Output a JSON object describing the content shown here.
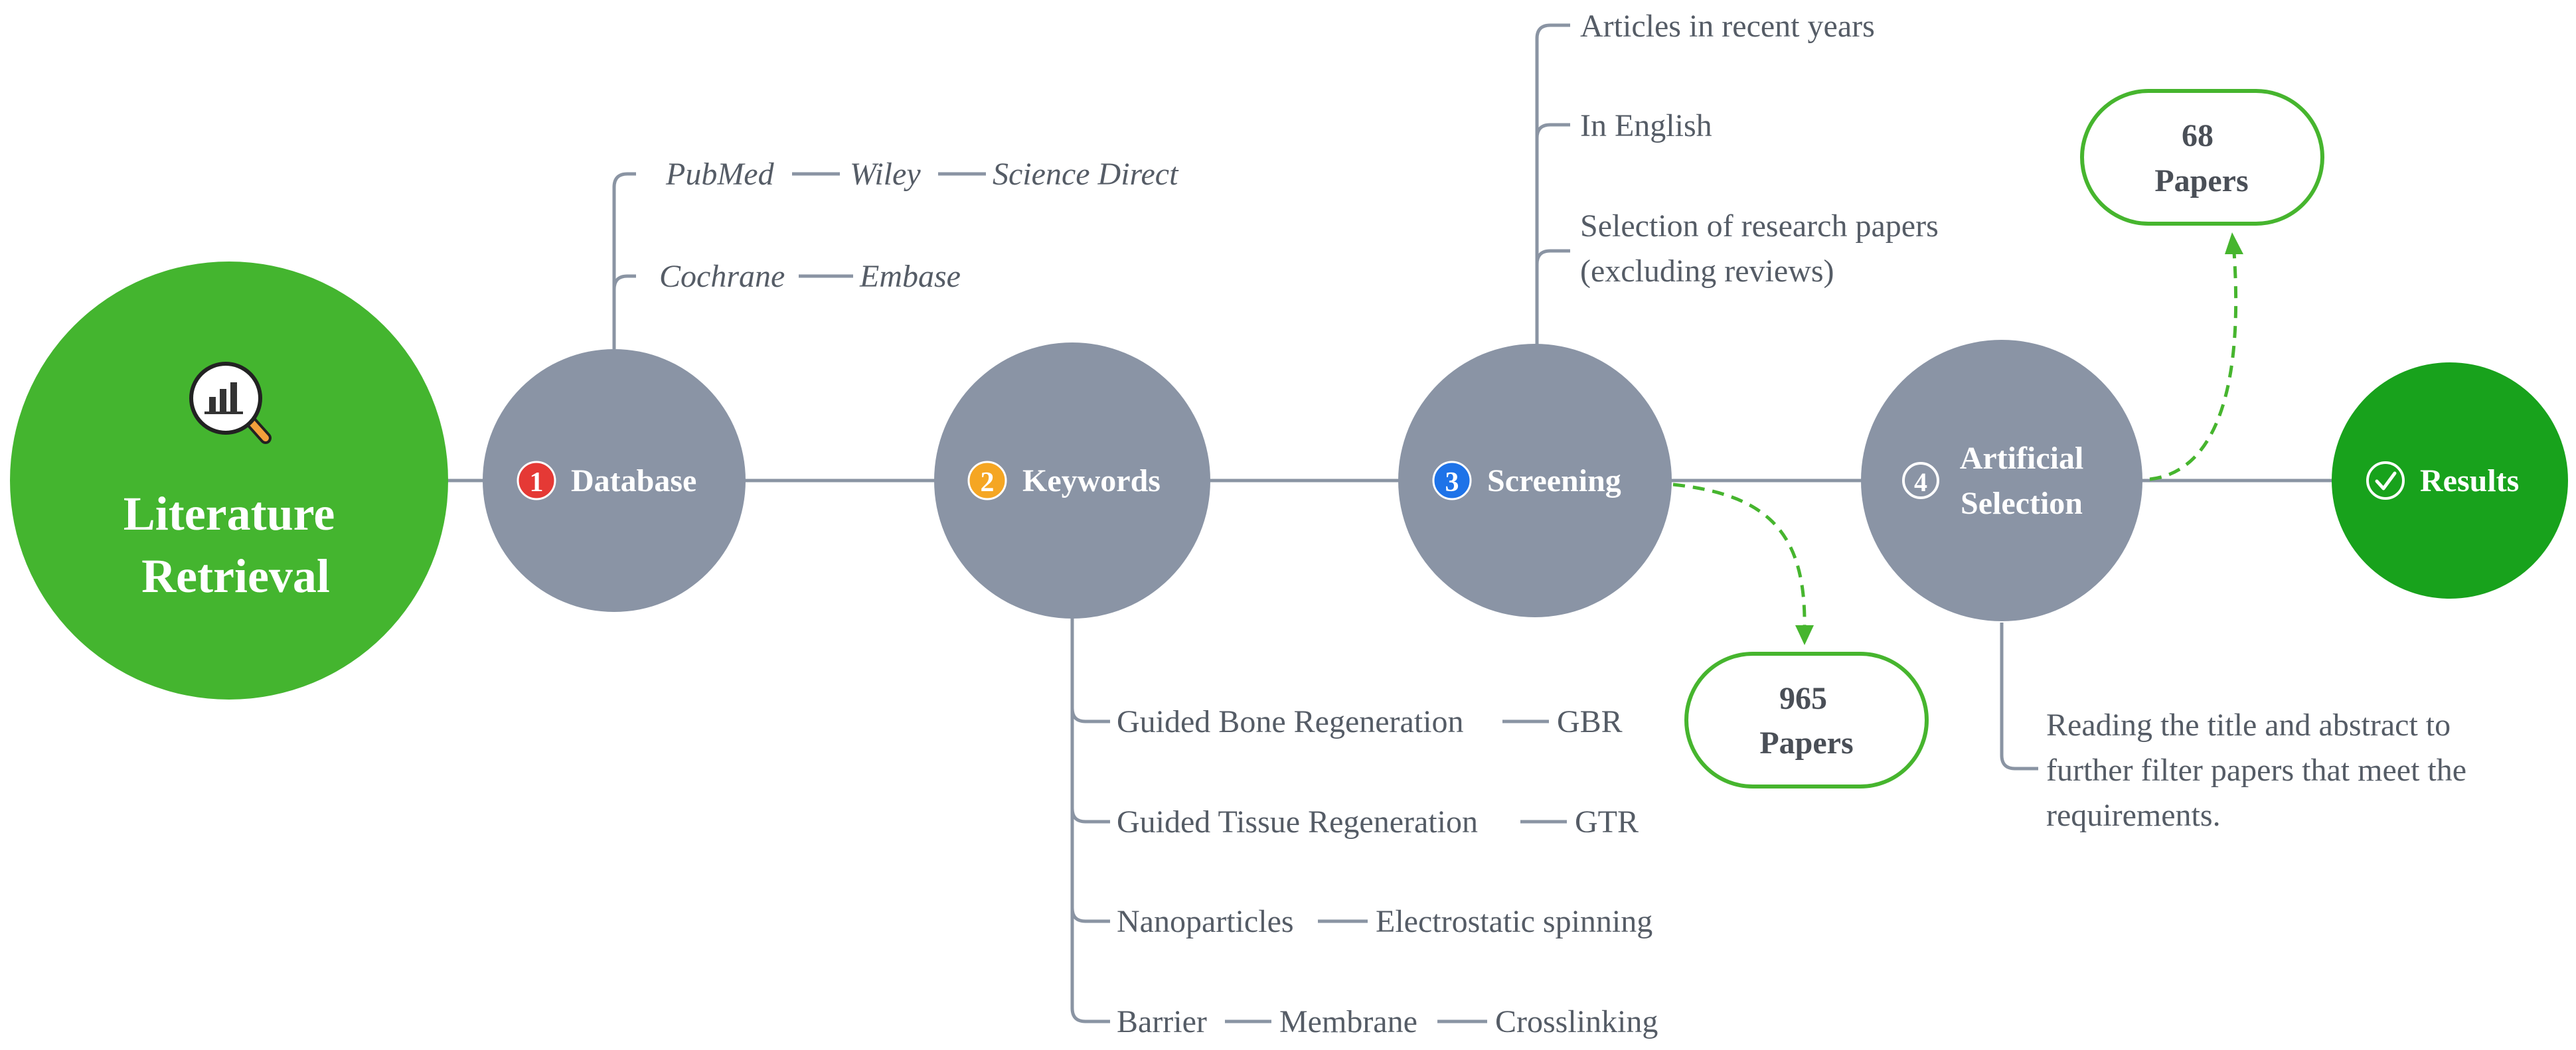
{
  "start": {
    "line1": "Literature",
    "line2": "Retrieval",
    "icon": "magnifier-chart-icon"
  },
  "stages": {
    "database": {
      "num": "1",
      "label": "Database",
      "badge_color": "#e53935"
    },
    "keywords": {
      "num": "2",
      "label": "Keywords",
      "badge_color": "#f5a623"
    },
    "screening": {
      "num": "3",
      "label": "Screening",
      "badge_color": "#1e73e8"
    },
    "selection": {
      "num": "4",
      "line1": "Artificial",
      "line2": "Selection",
      "badge_color": "#ffffff"
    },
    "results": {
      "label": "Results",
      "icon": "check-circle-icon"
    }
  },
  "database_sources": {
    "row1": [
      "PubMed",
      "Wiley",
      "Science Direct"
    ],
    "row2": [
      "Cochrane",
      "Embase"
    ]
  },
  "keyword_rows": [
    [
      "Guided Bone Regeneration",
      "GBR"
    ],
    [
      "Guided Tissue Regeneration",
      "GTR"
    ],
    [
      "Nanoparticles",
      "Electrostatic spinning"
    ],
    [
      "Barrier",
      "Membrane",
      "Crosslinking"
    ]
  ],
  "screening_criteria": {
    "item1": "Articles in recent years",
    "item2": "In English",
    "item3_line1": "Selection of research papers",
    "item3_line2": "(excluding reviews)"
  },
  "screening_count": {
    "number": "965",
    "unit": "Papers"
  },
  "selection_count": {
    "number": "68",
    "unit": "Papers"
  },
  "selection_note": {
    "line1": "Reading the title and abstract to",
    "line2": "further filter papers that meet the",
    "line3": "requirements."
  },
  "colors": {
    "start_green": "#44b52f",
    "results_green": "#18a21c",
    "stage_gray": "#8a94a5",
    "dashed_green": "#46b52e",
    "connector_gray": "#8a94a3"
  }
}
